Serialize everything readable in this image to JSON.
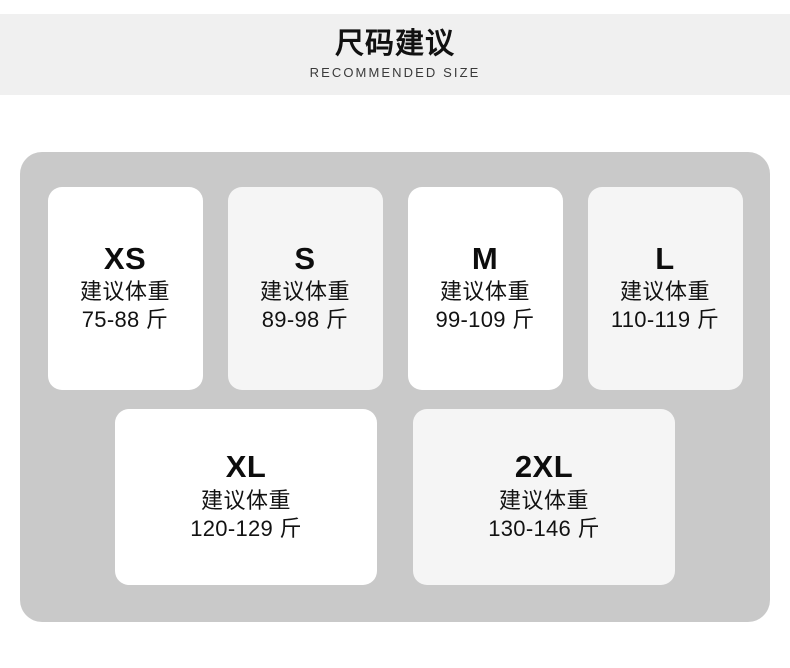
{
  "header": {
    "title": "尺码建议",
    "subtitle": "RECOMMENDED SIZE",
    "band_color": "#f0f0f0"
  },
  "panel": {
    "background_color": "#c9c9c9",
    "card_white": "#ffffff",
    "card_offwhite": "#f5f5f5",
    "text_color": "#111111"
  },
  "sizes": {
    "weight_caption": "建议体重",
    "rows": [
      {
        "cards": [
          {
            "size": "XS",
            "caption": "建议体重",
            "range": "75-88 斤",
            "tone": "tone-white"
          },
          {
            "size": "S",
            "caption": "建议体重",
            "range": "89-98 斤",
            "tone": "tone-offwhite"
          },
          {
            "size": "M",
            "caption": "建议体重",
            "range": "99-109 斤",
            "tone": "tone-white"
          },
          {
            "size": "L",
            "caption": "建议体重",
            "range": "110-119 斤",
            "tone": "tone-offwhite"
          }
        ]
      },
      {
        "cards": [
          {
            "size": "XL",
            "caption": "建议体重",
            "range": "120-129 斤",
            "tone": "tone-white"
          },
          {
            "size": "2XL",
            "caption": "建议体重",
            "range": "130-146 斤",
            "tone": "tone-offwhite"
          }
        ]
      }
    ]
  }
}
